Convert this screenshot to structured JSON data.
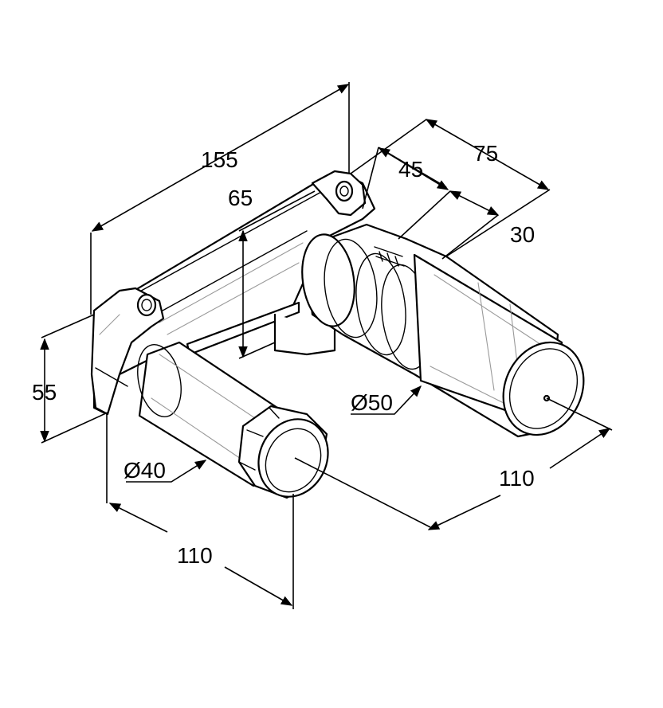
{
  "dimensions": {
    "overall_length": "155",
    "depth_75": "75",
    "depth_45": "45",
    "depth_30": "30",
    "height_65": "65",
    "height_55": "55",
    "diameter_large": "Ø50",
    "diameter_small": "Ø40",
    "length_small_outlet": "110",
    "length_large_outlet": "110"
  }
}
